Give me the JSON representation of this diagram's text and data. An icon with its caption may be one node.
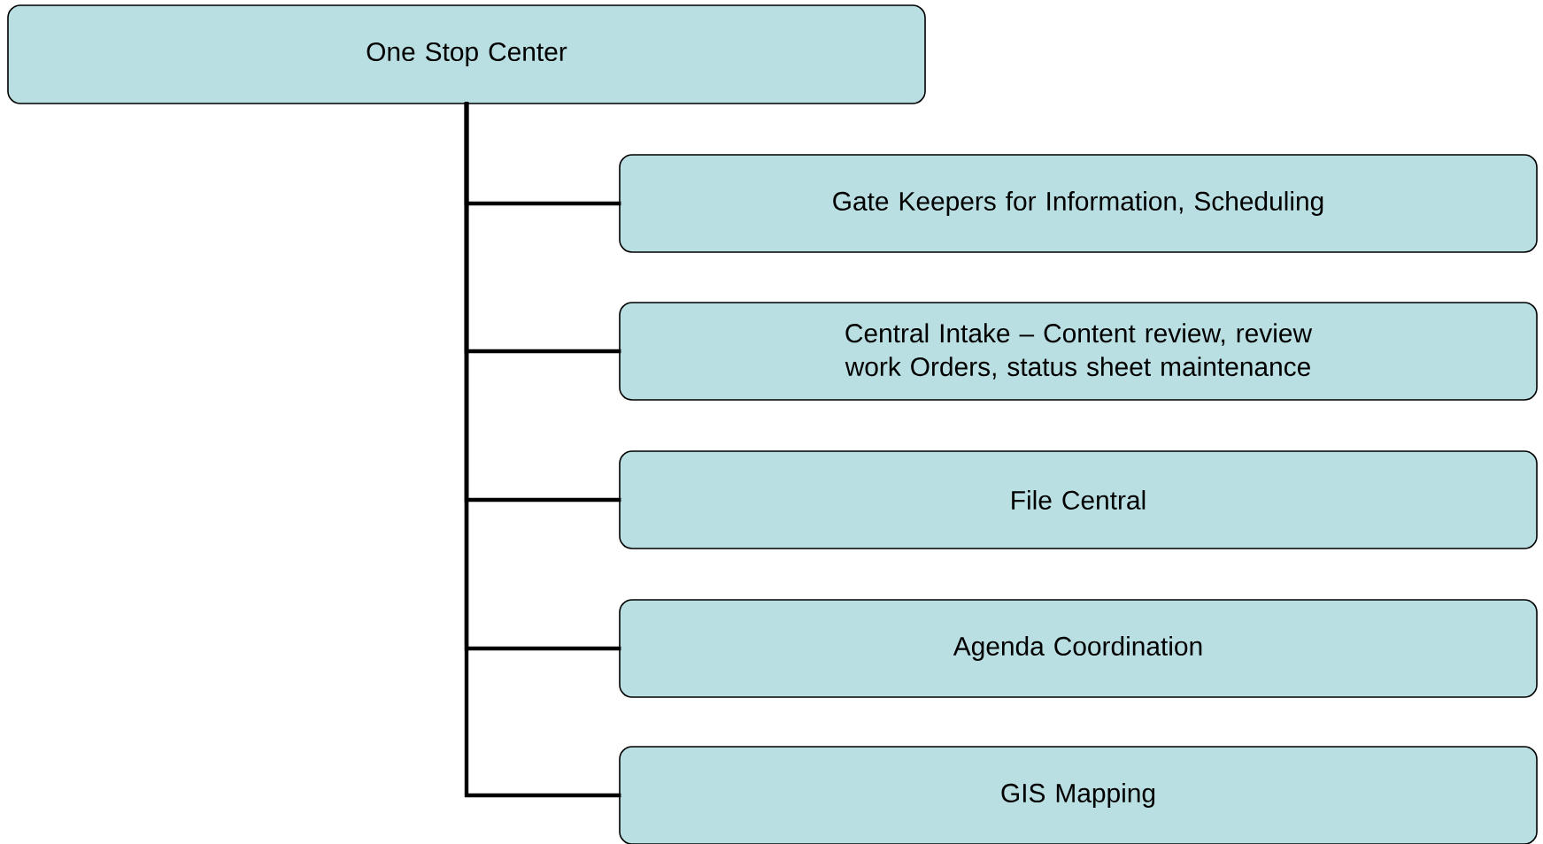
{
  "diagram": {
    "nodes": [
      {
        "text": [
          "One Stop Center"
        ]
      },
      {
        "text": [
          "Gate Keepers for Information, Scheduling"
        ]
      },
      {
        "text": [
          "Central Intake – Content review, review work Orders, status sheet maintenance"
        ]
      },
      {
        "text": [
          "File Central"
        ]
      },
      {
        "text": [
          "Agenda Coordination"
        ]
      },
      {
        "text": [
          "GIS Mapping"
        ]
      }
    ],
    "edges": [
      {
        "from": 0,
        "to": 1,
        "arrow": "none"
      },
      {
        "from": 0,
        "to": 2,
        "arrow": "none"
      },
      {
        "from": 0,
        "to": 3,
        "arrow": "none"
      },
      {
        "from": 0,
        "to": 4,
        "arrow": "none"
      },
      {
        "from": 0,
        "to": 5,
        "arrow": "none"
      }
    ]
  }
}
